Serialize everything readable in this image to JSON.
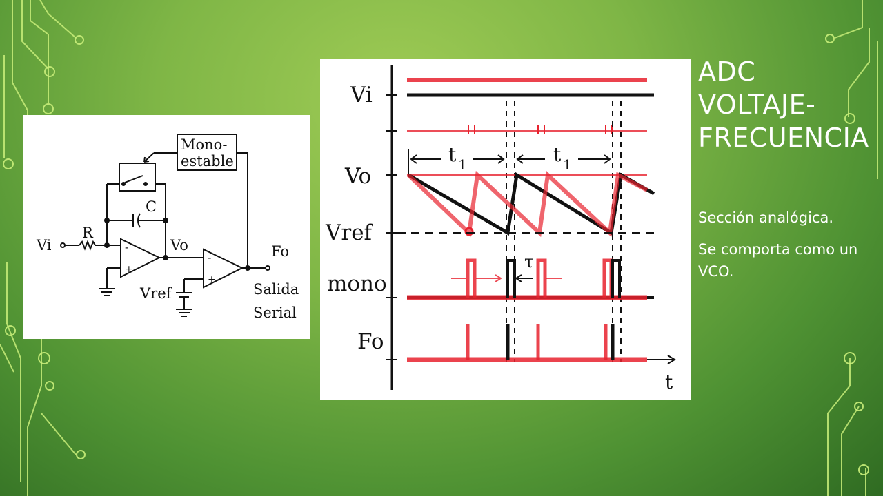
{
  "title": {
    "lines": [
      "ADC",
      "VOLTAJE-",
      "FRECUENCIA"
    ]
  },
  "bullets": [
    "Sección analógica.",
    "Se comporta como un VCO."
  ],
  "circuit": {
    "monostable_label": [
      "Mono-",
      "estable"
    ],
    "r_label": "R",
    "c_label": "C",
    "vi_label": "Vi",
    "vo_label": "Vo",
    "vref_label": "Vref",
    "fo_label": "Fo",
    "output_label": [
      "Salida",
      "Serial"
    ],
    "minus": "-",
    "plus": "+"
  },
  "timing": {
    "signals": [
      "Vi",
      "Vo",
      "Vref",
      "mono",
      "Fo"
    ],
    "t1_label": "t",
    "t1_sub": "1",
    "tau_label": "τ",
    "time_label": "t"
  },
  "colors": {
    "trace_black": "#111111",
    "trace_red": "#e8232f",
    "text_white": "#ffffff"
  }
}
